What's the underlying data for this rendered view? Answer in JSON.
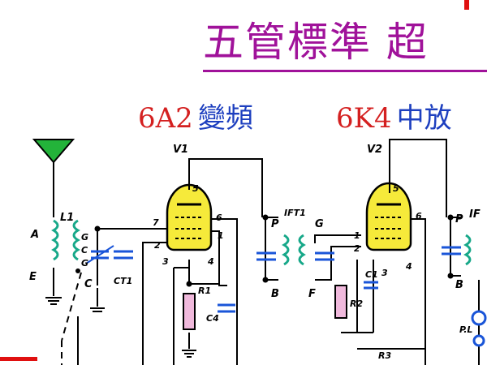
{
  "title": "五管標準 超",
  "stages": [
    {
      "tube": "6A2",
      "function": "變頻"
    },
    {
      "tube": "6K4",
      "function": "中放"
    }
  ],
  "labels": {
    "v1": "V1",
    "v2": "V2",
    "l1": "L1",
    "a": "A",
    "e": "E",
    "c": "C",
    "ct1": "CT1",
    "r1": "R1",
    "c4": "C4",
    "ift1": "IFT1",
    "p1": "P",
    "b1": "B",
    "g": "G",
    "f": "F",
    "c1": "C1",
    "r2": "R2",
    "r3": "R3",
    "p2": "P",
    "b2": "B",
    "if_right": "IF",
    "pl": "P.L",
    "pin5a": "5",
    "pin6a": "6",
    "pin7": "7",
    "pin1a": "1",
    "pin2a": "2",
    "pin3a": "3",
    "pin4a": "4",
    "pin5b": "5",
    "pin6b": "6",
    "pin1b": "1",
    "pin2b": "2",
    "pin3b": "3",
    "pin4b": "4",
    "g_small": "G",
    "c_small": "C",
    "g_small2": "G"
  },
  "colors": {
    "title": "#a0129a",
    "tube_code": "#d42020",
    "tube_function": "#1d3fbf",
    "tube_fill": "#f6ea3a",
    "coil": "#17a889",
    "capacitor": "#1a55d8",
    "resistor": "#f0b9dc",
    "antenna": "#23b33a",
    "wire": "#000000"
  }
}
